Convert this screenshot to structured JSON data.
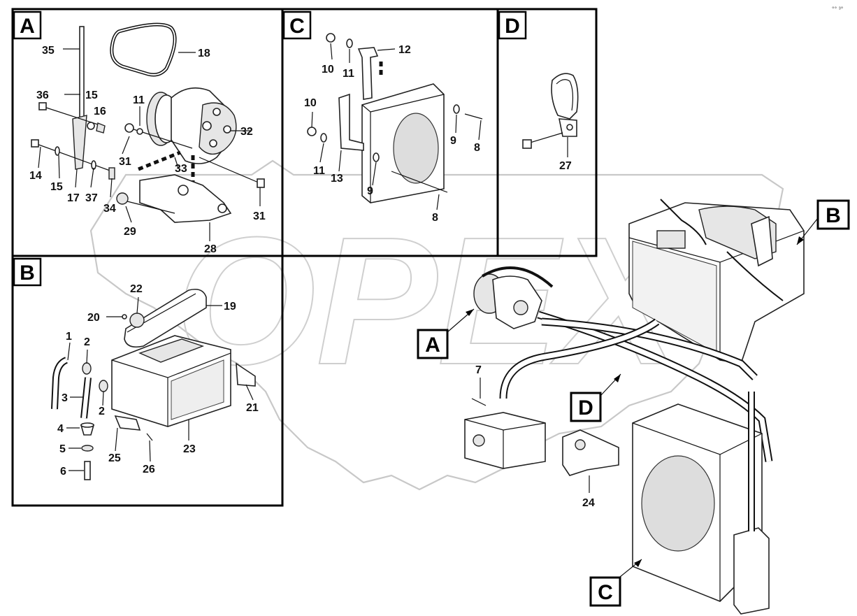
{
  "panels": [
    {
      "id": "A",
      "label": "A"
    },
    {
      "id": "C",
      "label": "C"
    },
    {
      "id": "D",
      "label": "D"
    },
    {
      "id": "B",
      "label": "B"
    }
  ],
  "callouts": [
    {
      "id": "A",
      "label": "A"
    },
    {
      "id": "B",
      "label": "B"
    },
    {
      "id": "C",
      "label": "C"
    },
    {
      "id": "D",
      "label": "D"
    }
  ],
  "part_labels": {
    "p1": "1",
    "p2a": "2",
    "p2b": "2",
    "p3": "3",
    "p4": "4",
    "p5": "5",
    "p6": "6",
    "p7": "7",
    "p8a": "8",
    "p8b": "8",
    "p9a": "9",
    "p9b": "9",
    "p10a": "10",
    "p10b": "10",
    "p11a": "11",
    "p11b": "11",
    "p11c": "11",
    "p12": "12",
    "p13": "13",
    "p14": "14",
    "p15a": "15",
    "p15b": "15",
    "p16": "16",
    "p17": "17",
    "p18": "18",
    "p19": "19",
    "p20": "20",
    "p21": "21",
    "p22": "22",
    "p23": "23",
    "p24": "24",
    "p25": "25",
    "p26": "26",
    "p27": "27",
    "p28": "28",
    "p29": "29",
    "p31a": "31",
    "p31b": "31",
    "p32": "32",
    "p33": "33",
    "p34": "34",
    "p35": "35",
    "p36": "36",
    "p37": "37"
  },
  "corner_mark": "°° ³°"
}
